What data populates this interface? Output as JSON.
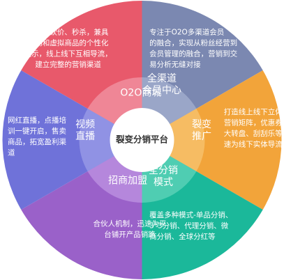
{
  "center": {
    "label": "裂变分销平台",
    "color": "#ffffff"
  },
  "segments": [
    {
      "id": "o2o-mall",
      "title": [
        "O2O商城"
      ],
      "outer_color": "#e8596b",
      "inner_color": "#ef8696",
      "desc": [
        "拼团、砍价、秒杀，兼具",
        "实物和虚拟商品的个性化",
        "展示，线上线下互相导流，",
        "建立完整的营销渠道"
      ]
    },
    {
      "id": "omnichannel-member",
      "title": [
        "全渠道",
        "会员中心"
      ],
      "outer_color": "#7b88b1",
      "inner_color": "#9aa6c8",
      "desc": [
        "专注于O2O多渠道会员",
        "的融合，实现从粉丝经营到",
        "会员管理的融合，营销到交",
        "易分析无缝对接"
      ]
    },
    {
      "id": "fission-promo",
      "title": [
        "裂变",
        "推广"
      ],
      "outer_color": "#f2a43a",
      "inner_color": "#f6bc63",
      "desc": [
        "打造线上线下立体",
        "营销矩阵，优惠券、",
        "大转盘、刮刮乐等快",
        "速为线下实体导流"
      ]
    },
    {
      "id": "full-distribution",
      "title": [
        "全分销",
        "模式"
      ],
      "outer_color": "#1bb89a",
      "inner_color": "#4fcdb2",
      "desc": [
        "覆盖多种模式-单品分销、",
        "3*3分销、代理分销、微",
        "商分销、全球分红等"
      ]
    },
    {
      "id": "merchant-join",
      "title": [
        "招商加盟"
      ],
      "outer_color": "#9a61c9",
      "inner_color": "#b587dc",
      "desc": [
        "合伙人机制，迅速为平",
        "台铺开产品销路"
      ]
    },
    {
      "id": "video-live",
      "title": [
        "视频",
        "直播"
      ],
      "outer_color": "#6f72d9",
      "inner_color": "#9092e4",
      "desc": [
        "网红直播，点播培",
        "训一键开启，售卖",
        "商品，拓宽盈利渠",
        "道"
      ]
    }
  ]
}
